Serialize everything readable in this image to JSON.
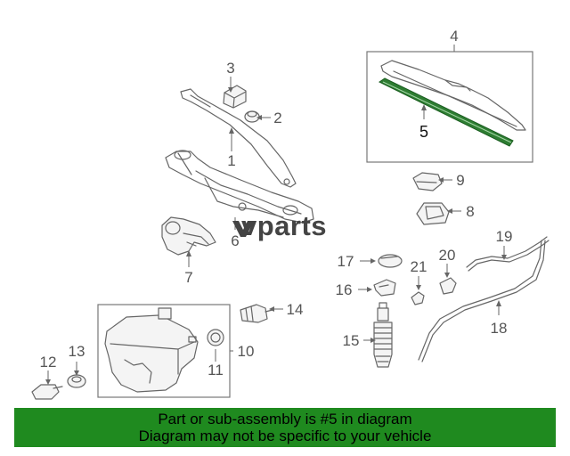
{
  "watermark": "vparts",
  "callouts": [
    "1",
    "2",
    "3",
    "4",
    "5",
    "6",
    "7",
    "8",
    "9",
    "10",
    "11",
    "12",
    "13",
    "14",
    "15",
    "16",
    "17",
    "18",
    "19",
    "20",
    "21"
  ],
  "highlighted_part": "5",
  "banner": {
    "line1": "Part or sub-assembly is #5 in diagram",
    "line2": "Diagram may not be specific to your vehicle",
    "color": "#1f8a1f"
  },
  "highlight_color": "#1f8a1f"
}
